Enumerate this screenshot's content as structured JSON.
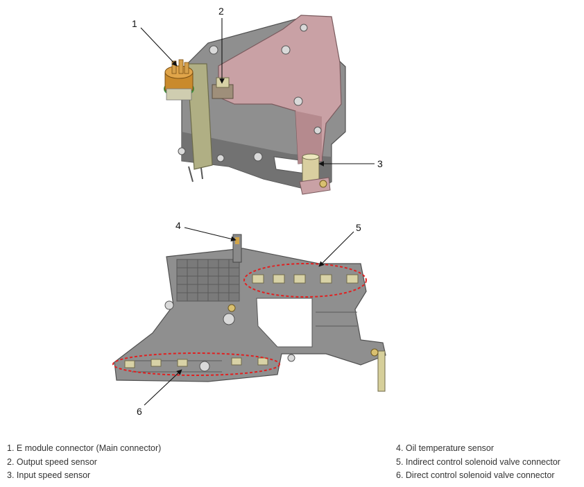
{
  "callouts": [
    "1",
    "2",
    "3",
    "4",
    "5",
    "6"
  ],
  "legend": {
    "left": [
      "1. E module connector (Main connector)",
      "2. Output speed sensor",
      "3. Input speed sensor"
    ],
    "right": [
      "4. Oil temperature sensor",
      "5. Indirect control solenoid valve connector",
      "6. Direct control solenoid valve connector"
    ]
  },
  "colors": {
    "frame": "#8a8a8a",
    "frame_dark": "#5e5e5e",
    "plate_pink": "#c79a9e",
    "bracket_olive": "#a8a77a",
    "connector_gold": "#c98a2c",
    "sensor_cream": "#e6e2b0",
    "highlight_dash": "#e02020"
  }
}
